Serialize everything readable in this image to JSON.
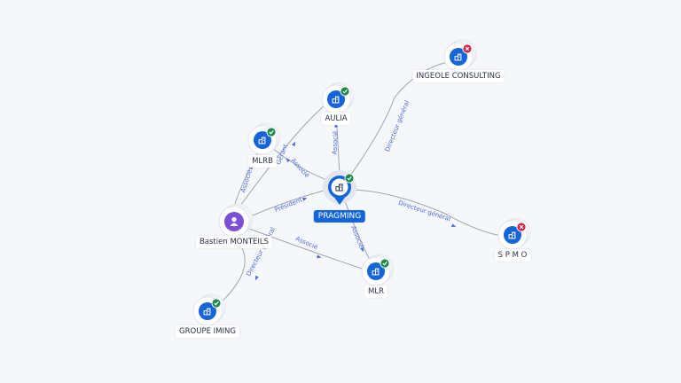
{
  "nodes": [
    {
      "id": "pragming",
      "label": "PRAGMING",
      "kind": "company",
      "status": "active",
      "focus": true
    },
    {
      "id": "aulia",
      "label": "AULIA",
      "kind": "company",
      "status": "active"
    },
    {
      "id": "mlrb",
      "label": "MLRB",
      "kind": "company",
      "status": "active"
    },
    {
      "id": "ingeole",
      "label": "INGEOLE CONSULTING",
      "kind": "company",
      "status": "closed"
    },
    {
      "id": "spmo",
      "label": "S P M O",
      "kind": "company",
      "status": "closed"
    },
    {
      "id": "mlr",
      "label": "MLR",
      "kind": "company",
      "status": "active"
    },
    {
      "id": "iming",
      "label": "GROUPE IMING",
      "kind": "company",
      "status": "active"
    },
    {
      "id": "bastien",
      "label": "Bastien MONTEILS",
      "kind": "person"
    }
  ],
  "edges": [
    {
      "id": "e1",
      "source": "pragming",
      "target": "aulia",
      "label": "Associé"
    },
    {
      "id": "e2",
      "source": "pragming",
      "target": "ingeole",
      "label": "Directeur général"
    },
    {
      "id": "e3",
      "source": "pragming",
      "target": "spmo",
      "label": "Directeur général"
    },
    {
      "id": "e4",
      "source": "pragming",
      "target": "mlr",
      "label": "Associé"
    },
    {
      "id": "e5",
      "source": "pragming",
      "target": "mlrb",
      "label": "Associé"
    },
    {
      "id": "e6",
      "source": "bastien",
      "target": "pragming",
      "label": "Président"
    },
    {
      "id": "e7",
      "source": "bastien",
      "target": "mlr",
      "label": "Associé"
    },
    {
      "id": "e8",
      "source": "bastien",
      "target": "mlrb",
      "label": "Associé"
    },
    {
      "id": "e9",
      "source": "bastien",
      "target": "aulia",
      "label": "Gérant"
    },
    {
      "id": "e10",
      "source": "bastien",
      "target": "iming",
      "label": "Directeur général"
    }
  ],
  "colors": {
    "company_badge": "#1565d8",
    "person_badge": "#7b4fd6",
    "status_active": "#1e8a4c",
    "status_closed": "#d3274a",
    "edge_label": "#4f6bdc",
    "edge_line": "#9ea6b3"
  },
  "icons": {
    "company": "building-icon",
    "person": "person-icon",
    "active": "check-icon",
    "closed": "cross-icon"
  }
}
